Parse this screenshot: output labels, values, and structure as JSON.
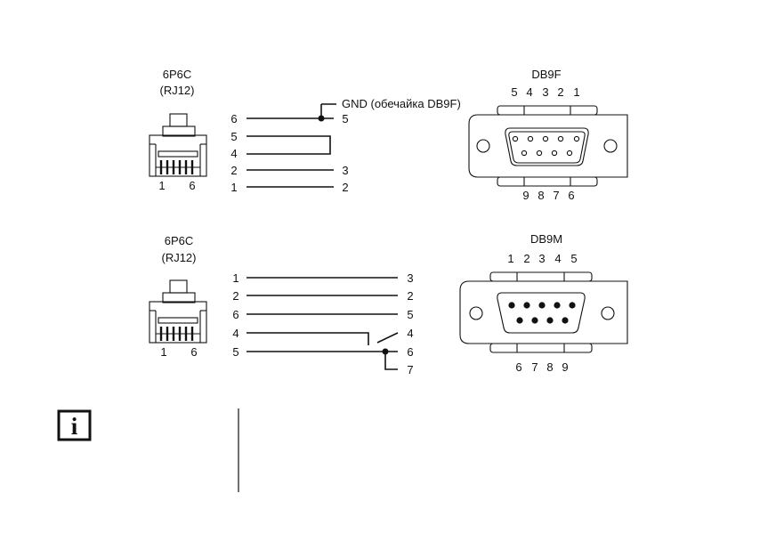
{
  "top": {
    "rj": {
      "title": "6P6C",
      "subtitle": "(RJ12)",
      "pin_left": "1",
      "pin_right": "6"
    },
    "db9": {
      "title": "DB9F",
      "top_pins": [
        "5",
        "4",
        "3",
        "2",
        "1"
      ],
      "bottom_pins": [
        "9",
        "8",
        "7",
        "6"
      ]
    },
    "gnd_label": "GND (обечайка DB9F)",
    "wires": {
      "w6_left": "6",
      "w6_right": "5",
      "w5_left": "5",
      "w4_left": "4",
      "w2_left": "2",
      "w2_right": "3",
      "w1_left": "1",
      "w1_right": "2"
    }
  },
  "bottom": {
    "rj": {
      "title": "6P6C",
      "subtitle": "(RJ12)",
      "pin_left": "1",
      "pin_right": "6"
    },
    "db9": {
      "title": "DB9M",
      "top_pins": [
        "1",
        "2",
        "3",
        "4",
        "5"
      ],
      "bottom_pins": [
        "6",
        "7",
        "8",
        "9"
      ]
    },
    "wires": {
      "w1_left": "1",
      "w1_right": "3",
      "w2_left": "2",
      "w2_right": "2",
      "w3_left": "6",
      "w3_right": "5",
      "w4_left": "4",
      "w4_right": "4",
      "w5_left": "5",
      "w5_right": "6",
      "w6_right": "7"
    }
  },
  "note": {
    "icon": "info-icon",
    "icon_letter": "i"
  }
}
